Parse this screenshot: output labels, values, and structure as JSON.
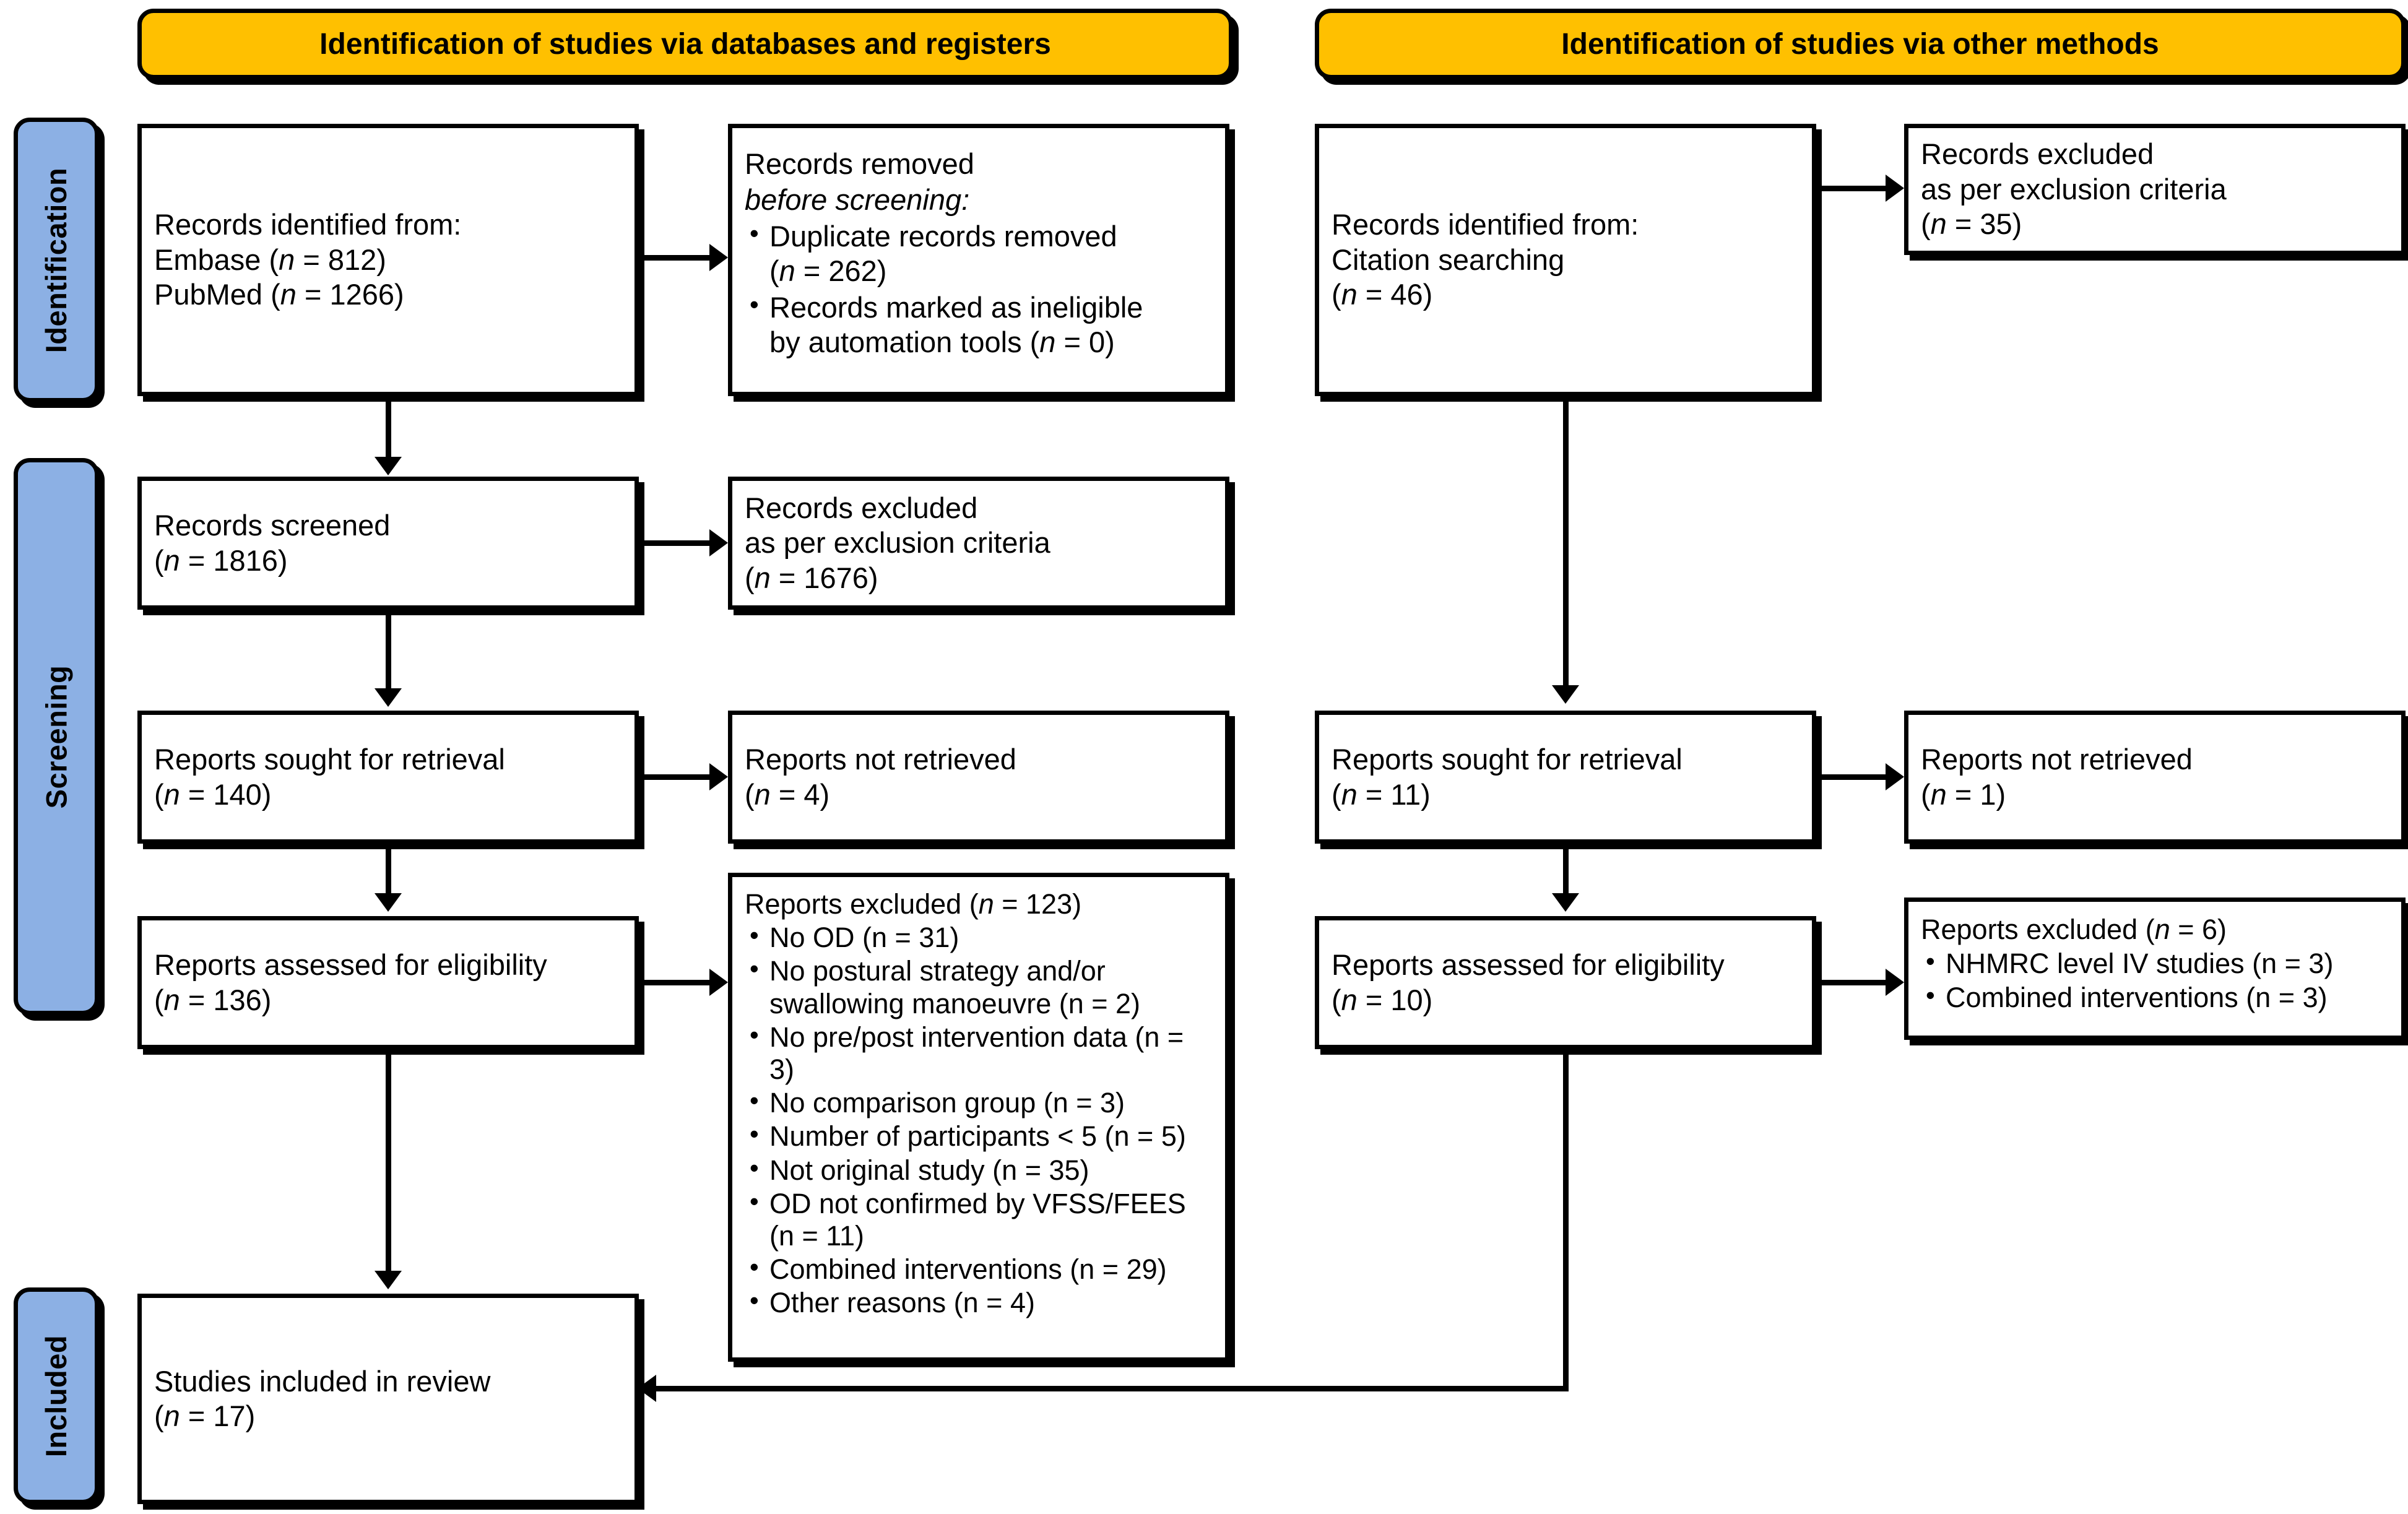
{
  "diagram": {
    "title": "PRISMA 2020 flow diagram",
    "colors": {
      "banner": "#FFC000",
      "stage_label": "#8CB0E4",
      "box_border": "#000000",
      "box_fill": "#FFFFFF"
    }
  },
  "banners": {
    "left": "Identification of studies via databases and registers",
    "right": "Identification of studies via other methods"
  },
  "stage_labels": [
    {
      "label": "Identification"
    },
    {
      "label": "Screening"
    },
    {
      "label": "Included"
    }
  ],
  "left_column": {
    "identified": {
      "line1": "Records identified from:",
      "line2_label": "Embase (",
      "line2_n": "n",
      "line2_eq": " =  812)",
      "line3_label": "PubMed (",
      "line3_n": "n",
      "line3_eq": " =  1266)"
    },
    "removed": {
      "line1": "Records removed",
      "line2": "before screening:",
      "bullets": [
        {
          "text": "Duplicate records removed",
          "count_prefix": "(",
          "n": "n",
          "count_suffix": " =  262)"
        },
        {
          "text": "Records marked as ineligible",
          "text2": "by automation tools (",
          "n": "n",
          "count_suffix": "  = 0)"
        }
      ]
    },
    "screened": {
      "line1": "Records screened",
      "n": "n",
      "count": " =  1816)"
    },
    "records_excluded": {
      "line1": "Records excluded",
      "line2": "as per exclusion criteria",
      "n": "n",
      "count": " =  1676)"
    },
    "sought": {
      "line1": "Reports sought for retrieval",
      "n": "n",
      "count": " =  140)"
    },
    "not_retrieved": {
      "line1": "Reports not retrieved",
      "n": "n",
      "count": " =  4)"
    },
    "assessed": {
      "line1": "Reports assessed for eligibility",
      "n": "n",
      "count": " =  136)"
    },
    "reports_excluded": {
      "header_text": "Reports excluded (",
      "header_n": "n",
      "header_count": " =  123)",
      "bullets": [
        "No OD (n =  31)",
        "No postural strategy and/or swallowing manoeuvre (n =  2)",
        "No pre/post intervention data (n = 3)",
        "No comparison group (n =  3)",
        "Number of participants < 5 (n = 5)",
        "Not original study (n =  35)",
        "OD not confirmed by VFSS/FEES (n =  11)",
        "Combined interventions (n =  29)",
        "Other reasons (n =  4)"
      ]
    },
    "included": {
      "line1": "Studies included in review",
      "n": "n",
      "count": " =  17)"
    }
  },
  "right_column": {
    "identified": {
      "line1": "Records identified from:",
      "line2": "Citation searching",
      "n": "n",
      "count": " =  46)"
    },
    "records_excluded": {
      "line1": "Records excluded",
      "line2": "as per exclusion criteria",
      "n": "n",
      "count": " =  35)"
    },
    "sought": {
      "line1": "Reports sought for retrieval",
      "n": "n",
      "count": " =  11)"
    },
    "not_retrieved": {
      "line1": "Reports not retrieved",
      "n": "n",
      "count": " =  1)"
    },
    "assessed": {
      "line1": "Reports assessed for eligibility",
      "n": "n",
      "count": " =  10)"
    },
    "reports_excluded": {
      "header_text": "Reports excluded (",
      "header_n": "n",
      "header_count": " =  6)",
      "bullets": [
        "NHMRC level IV studies (n =  3)",
        "Combined interventions (n =  3)"
      ]
    }
  }
}
